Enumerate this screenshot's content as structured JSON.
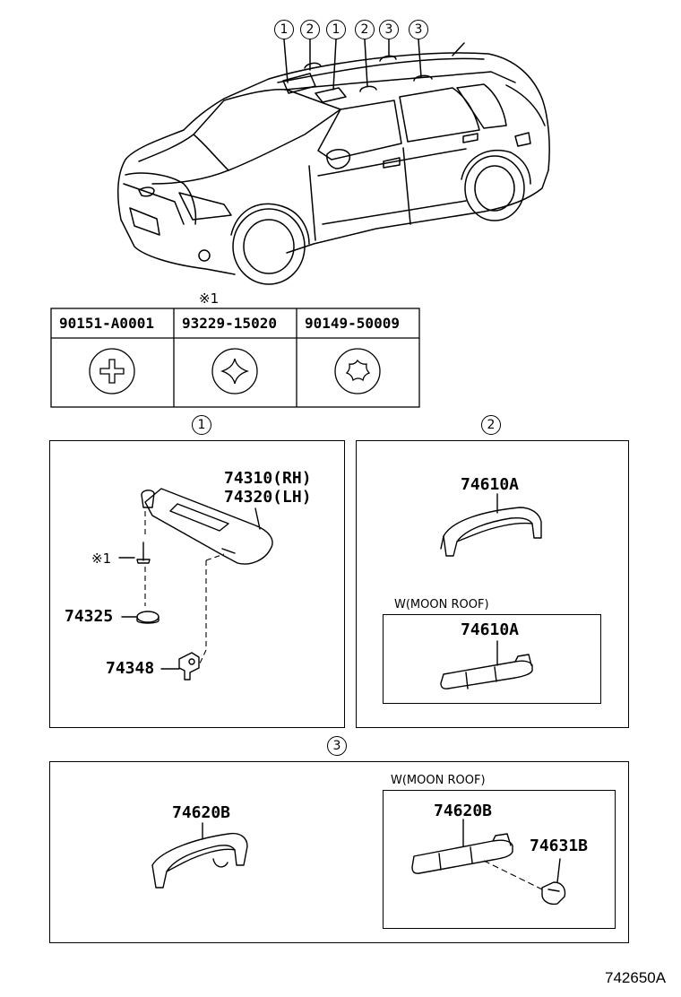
{
  "callouts": {
    "c1": "1",
    "c2": "2",
    "c3": "3"
  },
  "fastener_note": "※1",
  "fastener_table": {
    "columns": [
      "90151-A0001",
      "93229-15020",
      "90149-50009"
    ],
    "icons": [
      "plus-screw-icon",
      "pozi-screw-icon",
      "torx-screw-icon"
    ]
  },
  "group1": {
    "visor_rh": "74310(RH)",
    "visor_lh": "74320(LH)",
    "screw_note": "※1",
    "holder": "74325",
    "clip": "74348"
  },
  "group2": {
    "grip": "74610A",
    "moonroof_label": "W(MOON ROOF)",
    "grip_moonroof": "74610A"
  },
  "group3": {
    "grip": "74620B",
    "moonroof_label": "W(MOON ROOF)",
    "grip_moonroof": "74620B",
    "clip": "74631B"
  },
  "diagram_id": "742650A"
}
